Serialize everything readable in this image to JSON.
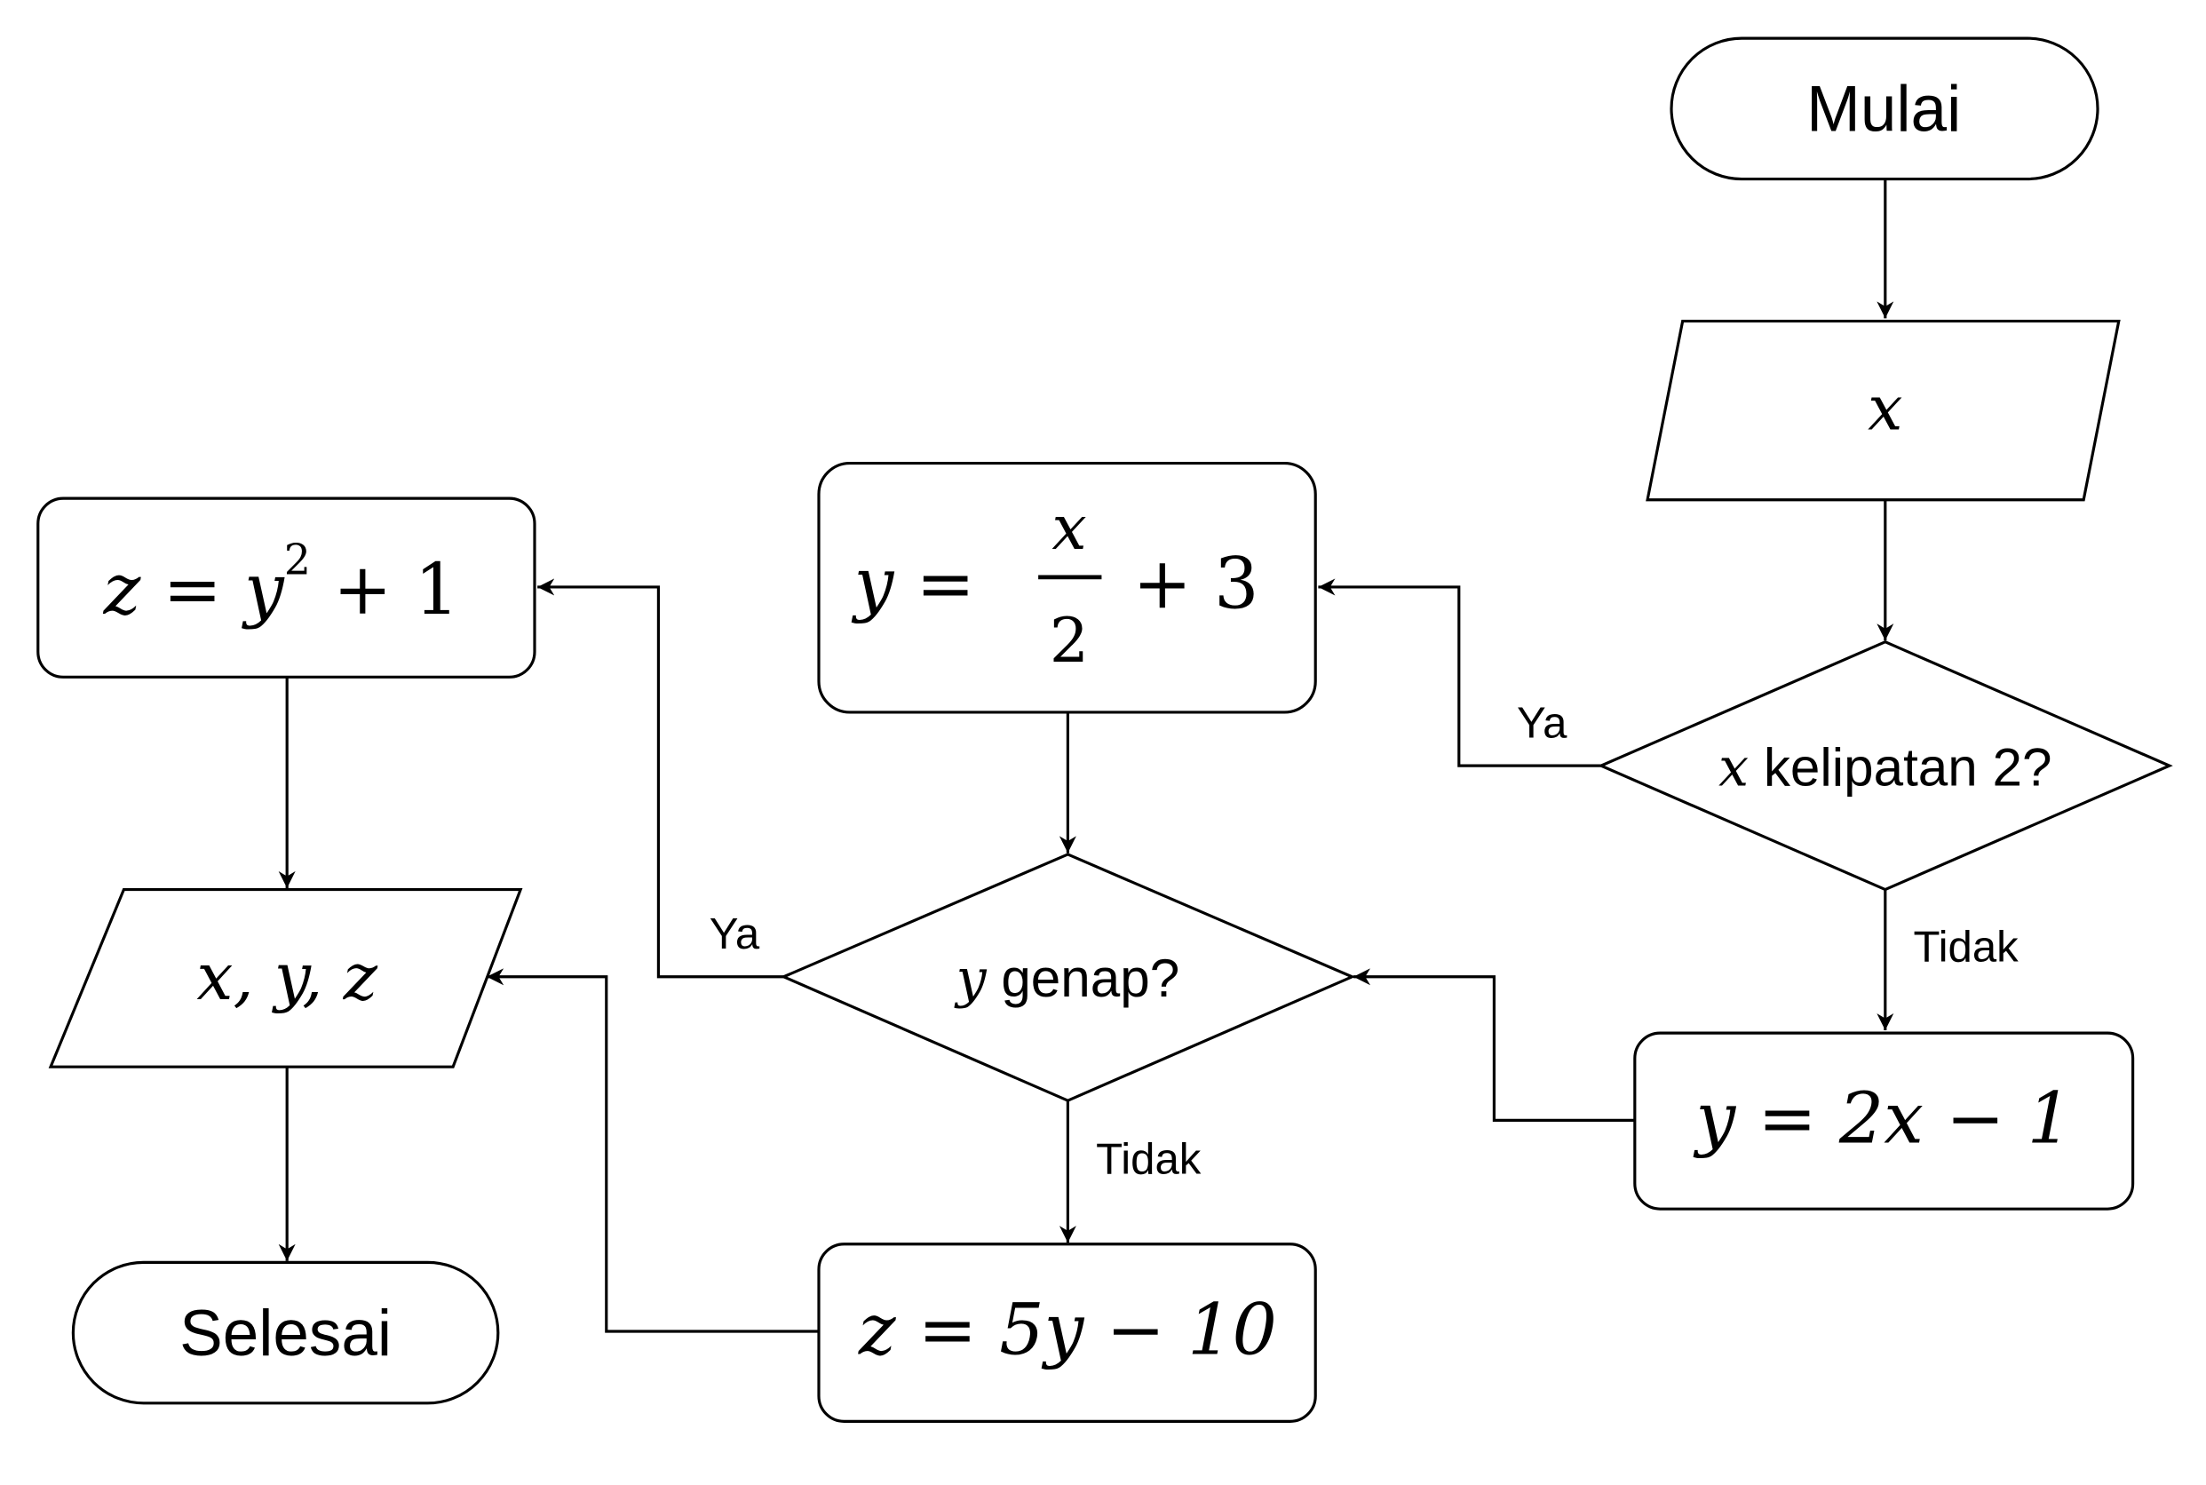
{
  "nodes": {
    "start": {
      "label": "Mulai"
    },
    "input_x": {
      "label": "x"
    },
    "decision_x": {
      "var": "x",
      "label": " kelipatan 2?"
    },
    "process_y_half": {
      "lhs": "y =",
      "num": "x",
      "den": "2",
      "rhs": "+ 3"
    },
    "process_y_double": {
      "label": "y = 2x − 1"
    },
    "decision_y": {
      "var": "y",
      "label": " genap?"
    },
    "process_z_square": {
      "lhs": "z = y",
      "sup": "2",
      "rhs": " + 1"
    },
    "process_z_linear": {
      "label": "z = 5y − 10"
    },
    "output_xyz": {
      "label": "x, y, z"
    },
    "end": {
      "label": "Selesai"
    }
  },
  "edge_labels": {
    "decision_x_yes": "Ya",
    "decision_x_no": "Tidak",
    "decision_y_yes": "Ya",
    "decision_y_no": "Tidak"
  }
}
